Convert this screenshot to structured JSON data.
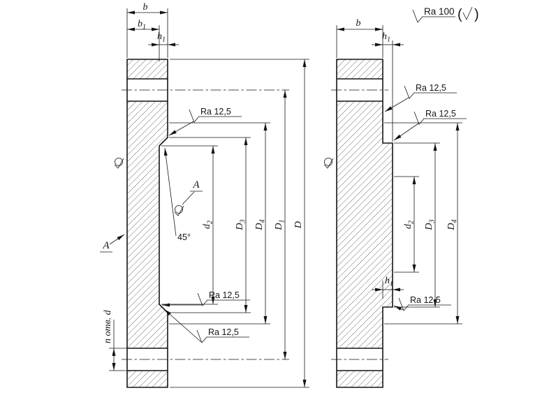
{
  "labels": {
    "b": "b",
    "b1": {
      "base": "b",
      "sub": "1"
    },
    "h1": {
      "base": "h",
      "sub": "1"
    },
    "d2": {
      "base": "d",
      "sub": "2"
    },
    "D1": {
      "base": "D",
      "sub": "1"
    },
    "D3": {
      "base": "D",
      "sub": "3"
    },
    "D4": {
      "base": "D",
      "sub": "4"
    },
    "D": "D",
    "chamfer_angle": "45°",
    "holes_note": "n отв. d",
    "surface_mark": "A"
  },
  "roughness": {
    "ra_face": "Ra 12,5",
    "ra_general": "Ra 100",
    "paren_open": "(",
    "paren_close": ")"
  }
}
